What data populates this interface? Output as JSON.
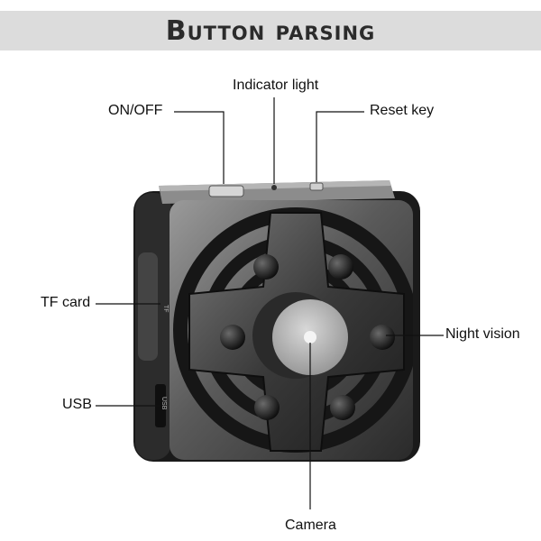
{
  "title": "Button parsing",
  "labels": {
    "indicator_light": "Indicator light",
    "on_off": "ON/OFF",
    "reset_key": "Reset key",
    "tf_card": "TF card",
    "night_vision": "Night vision",
    "usb": "USB",
    "camera": "Camera"
  },
  "side_print": {
    "tf": "TF",
    "usb": "USB"
  },
  "colors": {
    "banner": "#dcdcdc",
    "body_dark": "#1a1a1a",
    "metal": "#8a8a8a",
    "lens": "#bdbdbd"
  }
}
